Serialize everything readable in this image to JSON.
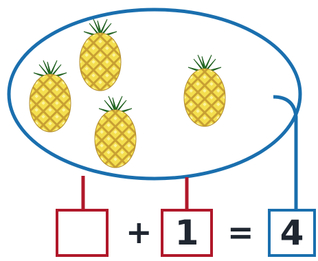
{
  "equation": {
    "addend_a": "",
    "operator_plus": "+",
    "addend_b": "1",
    "operator_equals": "=",
    "sum": "4"
  },
  "group": {
    "items": [
      "pineapple",
      "pineapple",
      "pineapple",
      "pineapple"
    ]
  },
  "colors": {
    "ellipse_stroke": "#1a6fae",
    "sum_box_stroke": "#1a6fae",
    "addend_box_stroke": "#b0182a",
    "pineapple_body": "#f4df4f",
    "pineapple_pattern": "#b0892a",
    "pineapple_leaves": "#2e8a2e"
  }
}
